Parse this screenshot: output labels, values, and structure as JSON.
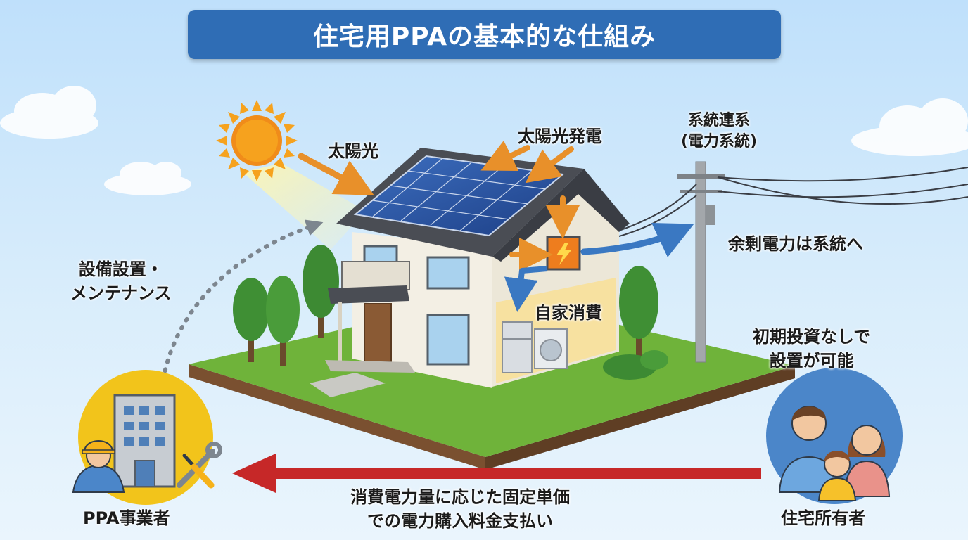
{
  "title": "住宅用PPAの基本的な仕組み",
  "labels": {
    "sunlight": "太陽光",
    "solar_generation": "太陽光発電",
    "grid_line1": "系統連系",
    "grid_line2": "(電力系統)",
    "surplus": "余剰電力は系統へ",
    "self_consumption": "自家消費",
    "install_line1": "設備設置・",
    "install_line2": "メンテナンス",
    "no_initial_line1": "初期投資なしで",
    "no_initial_line2": "設置が可能",
    "ppa_provider": "PPA事業者",
    "homeowner": "住宅所有者",
    "payment_line1": "消費電力量に応じた固定単価",
    "payment_line2": "での電力購入料金支払い"
  },
  "icons": [
    "sun-icon",
    "inverter-icon",
    "utility-pole-icon",
    "office-building-icon",
    "worker-icon",
    "tools-icon",
    "family-icon"
  ],
  "colors": {
    "title_bg": "#2f6db5",
    "sun": "#f29a1f",
    "orange_arrow": "#e8902a",
    "blue_arrow": "#3a78c2",
    "red_arrow": "#c62828",
    "grass": "#6fb33a",
    "provider_circle": "#f2c41b",
    "homeowner_circle": "#4b86c9"
  }
}
